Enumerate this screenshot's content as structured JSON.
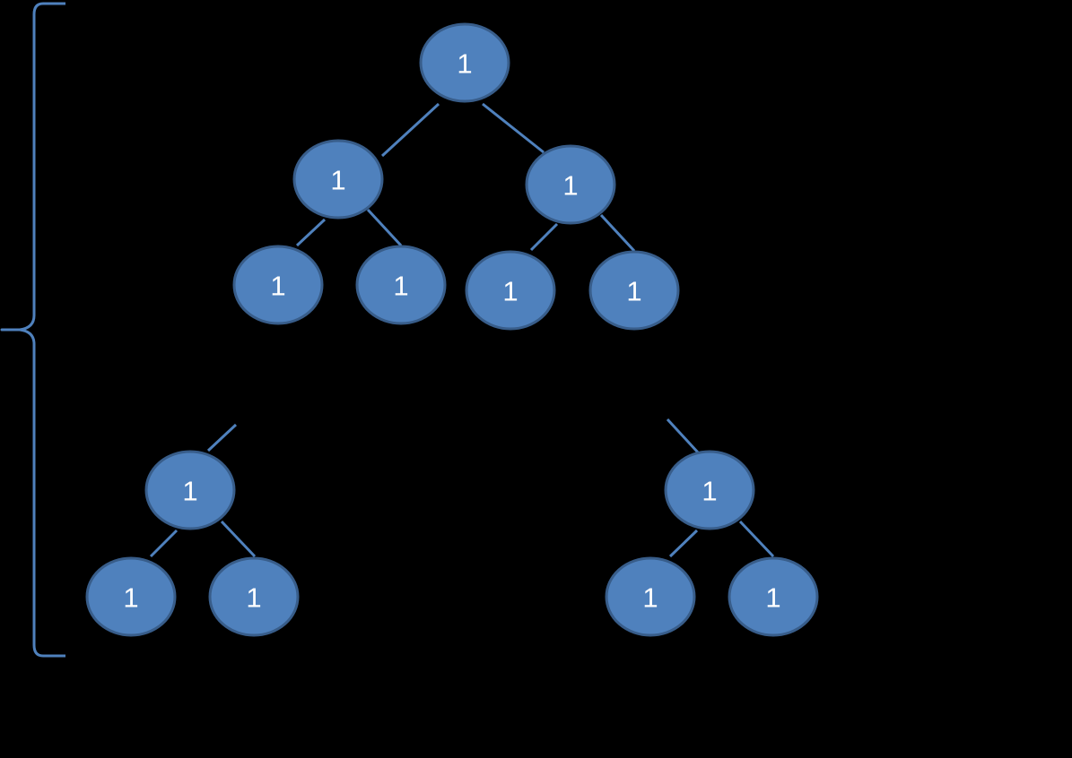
{
  "diagram": {
    "type": "binary-tree-fragments",
    "colors": {
      "background": "#000000",
      "node_fill": "#4f81bd",
      "node_stroke": "#385d8a",
      "edge": "#4f81bd",
      "label": "#ffffff"
    },
    "nodes": [
      {
        "id": "root",
        "label": "1"
      },
      {
        "id": "l",
        "label": "1"
      },
      {
        "id": "r",
        "label": "1"
      },
      {
        "id": "ll",
        "label": "1"
      },
      {
        "id": "lr",
        "label": "1"
      },
      {
        "id": "rl",
        "label": "1"
      },
      {
        "id": "rr",
        "label": "1"
      },
      {
        "id": "sub-left-root",
        "label": "1"
      },
      {
        "id": "sub-left-l",
        "label": "1"
      },
      {
        "id": "sub-left-r",
        "label": "1"
      },
      {
        "id": "sub-right-root",
        "label": "1"
      },
      {
        "id": "sub-right-l",
        "label": "1"
      },
      {
        "id": "sub-right-r",
        "label": "1"
      }
    ],
    "edges": [
      {
        "from": "root",
        "to": "l"
      },
      {
        "from": "root",
        "to": "r"
      },
      {
        "from": "l",
        "to": "ll"
      },
      {
        "from": "l",
        "to": "lr"
      },
      {
        "from": "r",
        "to": "rl"
      },
      {
        "from": "r",
        "to": "rr"
      },
      {
        "from": "sub-left-root",
        "to": "sub-left-l"
      },
      {
        "from": "sub-left-root",
        "to": "sub-left-r"
      },
      {
        "from": "sub-right-root",
        "to": "sub-right-l"
      },
      {
        "from": "sub-right-root",
        "to": "sub-right-r"
      }
    ],
    "dangling_edges": [
      {
        "node": "sub-left-root",
        "direction": "up-right"
      },
      {
        "node": "sub-right-root",
        "direction": "up-left"
      }
    ]
  }
}
